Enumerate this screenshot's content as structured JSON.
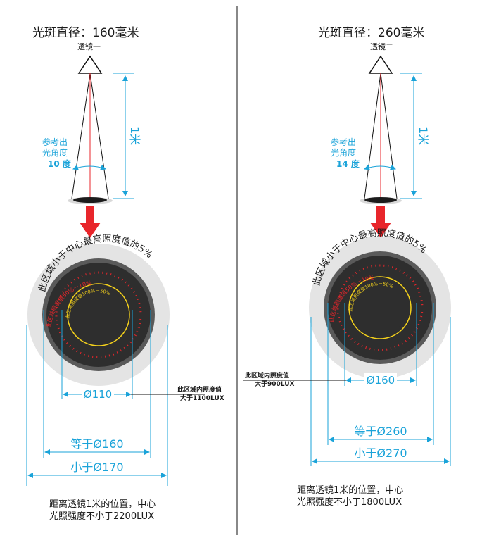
{
  "colors": {
    "dim_line": "#1aa3d9",
    "beam_red": "#e8262b",
    "arrow_red": "#e8262b",
    "inner_text_yellow": "#f5d21c",
    "outer_halo": "#e4e4e4",
    "mid_disc": "#5a5a5a",
    "core_disc": "#2e2e2e"
  },
  "left": {
    "title": "光斑直径：160毫米",
    "lens_label": "透镜一",
    "distance_label": "1米",
    "angle_label_line1": "参考出",
    "angle_label_line2": "光角度",
    "angle_value": "10 度",
    "outer_ring_text": "此区域小于中心最高照度值的5%",
    "red_ring_text": "此区域照度值50%－10%",
    "yellow_ring_text": "此区域照度值100%－50%",
    "callout_line1": "此区域内照度值",
    "callout_line2": "大于1100LUX",
    "dim_inner": "Ø110",
    "dim_middle": "等于Ø160",
    "dim_outer": "小于Ø170",
    "footer_line1": "距离透镜1米的位置，中心",
    "footer_line2": "光照强度不小于2200LUX"
  },
  "right": {
    "title": "光斑直径：260毫米",
    "lens_label": "透镜二",
    "distance_label": "1米",
    "angle_label_line1": "参考出",
    "angle_label_line2": "光角度",
    "angle_value": "14 度",
    "outer_ring_text": "此区域小于中心最高照度值的5%",
    "red_ring_text": "此区域照度值50%－10%",
    "yellow_ring_text": "此区域照度值100%－50%",
    "callout_line1": "此区域内照度值",
    "callout_line2": "大于900LUX",
    "dim_inner": "Ø160",
    "dim_middle": "等于Ø260",
    "dim_outer": "小于Ø270",
    "footer_line1": "距离透镜1米的位置，中心",
    "footer_line2": "光照强度不小于1800LUX"
  }
}
